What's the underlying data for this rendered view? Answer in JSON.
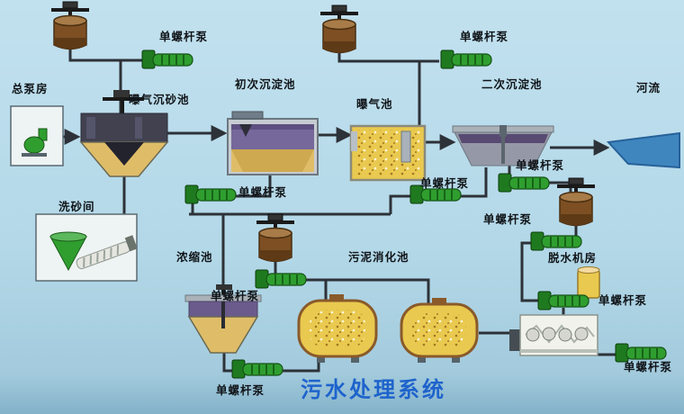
{
  "title": "污水处理系统",
  "stations": [
    {
      "id": "main-pump-house",
      "label": "总泵房"
    },
    {
      "id": "aerated-grit-chamber",
      "label": "曝气沉砂池"
    },
    {
      "id": "primary-sedimentation-tank",
      "label": "初次沉淀池"
    },
    {
      "id": "aeration-tank",
      "label": "曝气池"
    },
    {
      "id": "secondary-sedimentation-tank",
      "label": "二次沉淀池"
    },
    {
      "id": "river",
      "label": "河流"
    },
    {
      "id": "sand-washing-room",
      "label": "洗砂间"
    },
    {
      "id": "thickening-tank",
      "label": "浓缩池"
    },
    {
      "id": "sludge-digestion-tank",
      "label": "污泥消化池"
    },
    {
      "id": "dewatering-machine-room",
      "label": "脱水机房"
    }
  ],
  "pumps": [
    {
      "id": "screw-pump-feed-grit",
      "label": "单螺杆泵"
    },
    {
      "id": "screw-pump-feed-aeration",
      "label": "单螺杆泵"
    },
    {
      "id": "screw-pump-primary-sludge",
      "label": "单螺杆泵"
    },
    {
      "id": "screw-pump-return-sludge",
      "label": "单螺杆泵"
    },
    {
      "id": "screw-pump-secondary-sludge",
      "label": "单螺杆泵"
    },
    {
      "id": "screw-pump-dosing",
      "label": "单螺杆泵"
    },
    {
      "id": "screw-pump-thickener-feed",
      "label": "单螺杆泵"
    },
    {
      "id": "screw-pump-polymer",
      "label": "单螺杆泵"
    },
    {
      "id": "screw-pump-digested-sludge",
      "label": "单螺杆泵"
    },
    {
      "id": "screw-pump-cake-discharge",
      "label": "单螺杆泵"
    }
  ],
  "colors": {
    "background": "#b3d8e8",
    "pump_green": "#2f9e2f",
    "vessel_brown": "#7d4f22",
    "tank_yellow": "#e9c94f",
    "sludge_purple": "#6b5b8c",
    "river_blue": "#3f86bf",
    "pipe_dark": "#2d3238",
    "title_blue": "#1e63cc"
  }
}
